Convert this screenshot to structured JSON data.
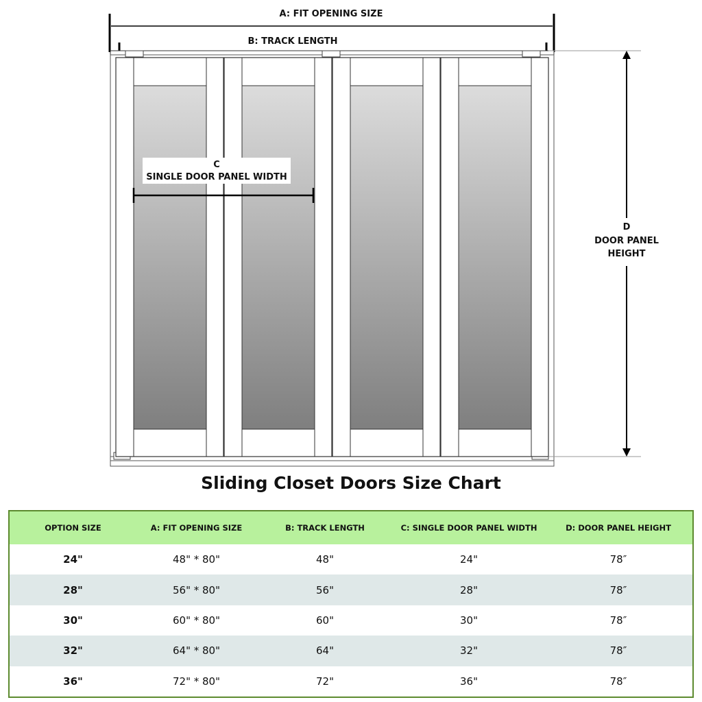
{
  "diagram": {
    "label_a": "A: FIT OPENING SIZE",
    "label_b": "B: TRACK LENGTH",
    "label_c_letter": "C",
    "label_c_text": "SINGLE DOOR PANEL WIDTH",
    "label_d_letter": "D",
    "label_d_line1": "DOOR PANEL",
    "label_d_line2": "HEIGHT"
  },
  "chart_title": "Sliding Closet Doors Size Chart",
  "colors": {
    "header_bg": "#b8f19d",
    "table_border": "#5c8a2e",
    "stripe_row": "#dfe8e8",
    "glass_top": "#dcdcdc",
    "glass_bottom": "#7f7f7f"
  },
  "table": {
    "headers": [
      "OPTION SIZE",
      "A: FIT OPENING SIZE",
      "B: TRACK LENGTH",
      "C: SINGLE DOOR PANEL WIDTH",
      "D: DOOR PANEL HEIGHT"
    ],
    "rows": [
      [
        "24\"",
        "48\" * 80\"",
        "48\"",
        "24\"",
        "78″"
      ],
      [
        "28\"",
        "56\" * 80\"",
        "56\"",
        "28\"",
        "78″"
      ],
      [
        "30\"",
        "60\" * 80\"",
        "60\"",
        "30\"",
        "78″"
      ],
      [
        "32\"",
        "64\" * 80\"",
        "64\"",
        "32\"",
        "78″"
      ],
      [
        "36\"",
        "72\" * 80\"",
        "72\"",
        "36\"",
        "78″"
      ]
    ]
  }
}
